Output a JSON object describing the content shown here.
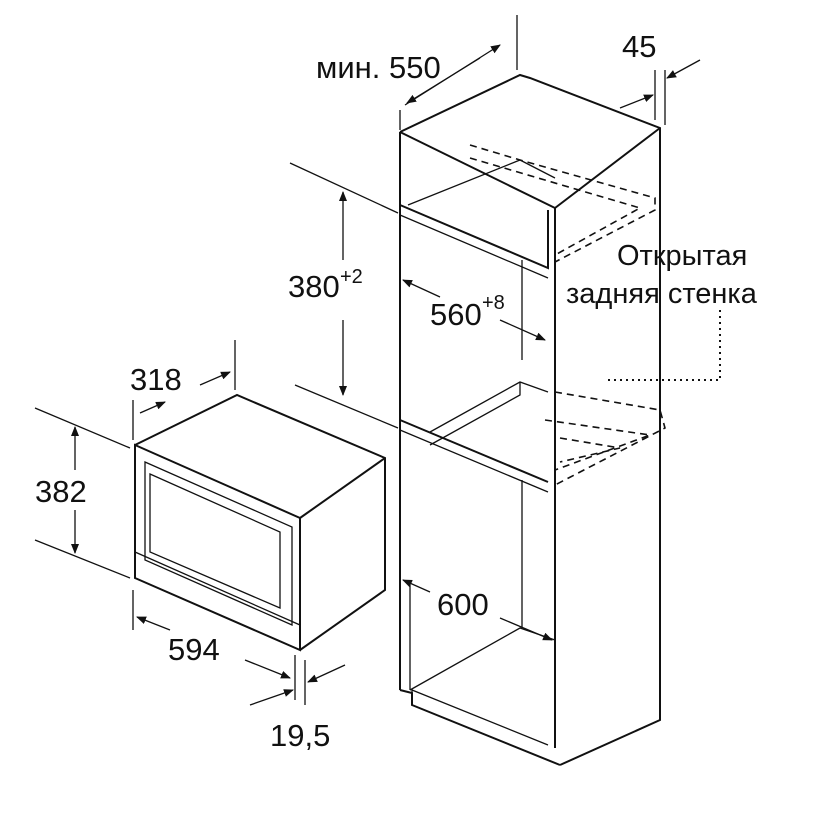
{
  "cabinet": {
    "depth_label": "мин. 550",
    "gap_label": "45",
    "niche_height": "380",
    "niche_height_tol": "+2",
    "niche_width": "560",
    "niche_width_tol": "+8",
    "cabinet_width": "600",
    "open_back_line1": "Открытая",
    "open_back_line2": "задняя стенка"
  },
  "appliance": {
    "depth": "318",
    "height": "382",
    "width": "594",
    "front_thickness": "19,5"
  }
}
